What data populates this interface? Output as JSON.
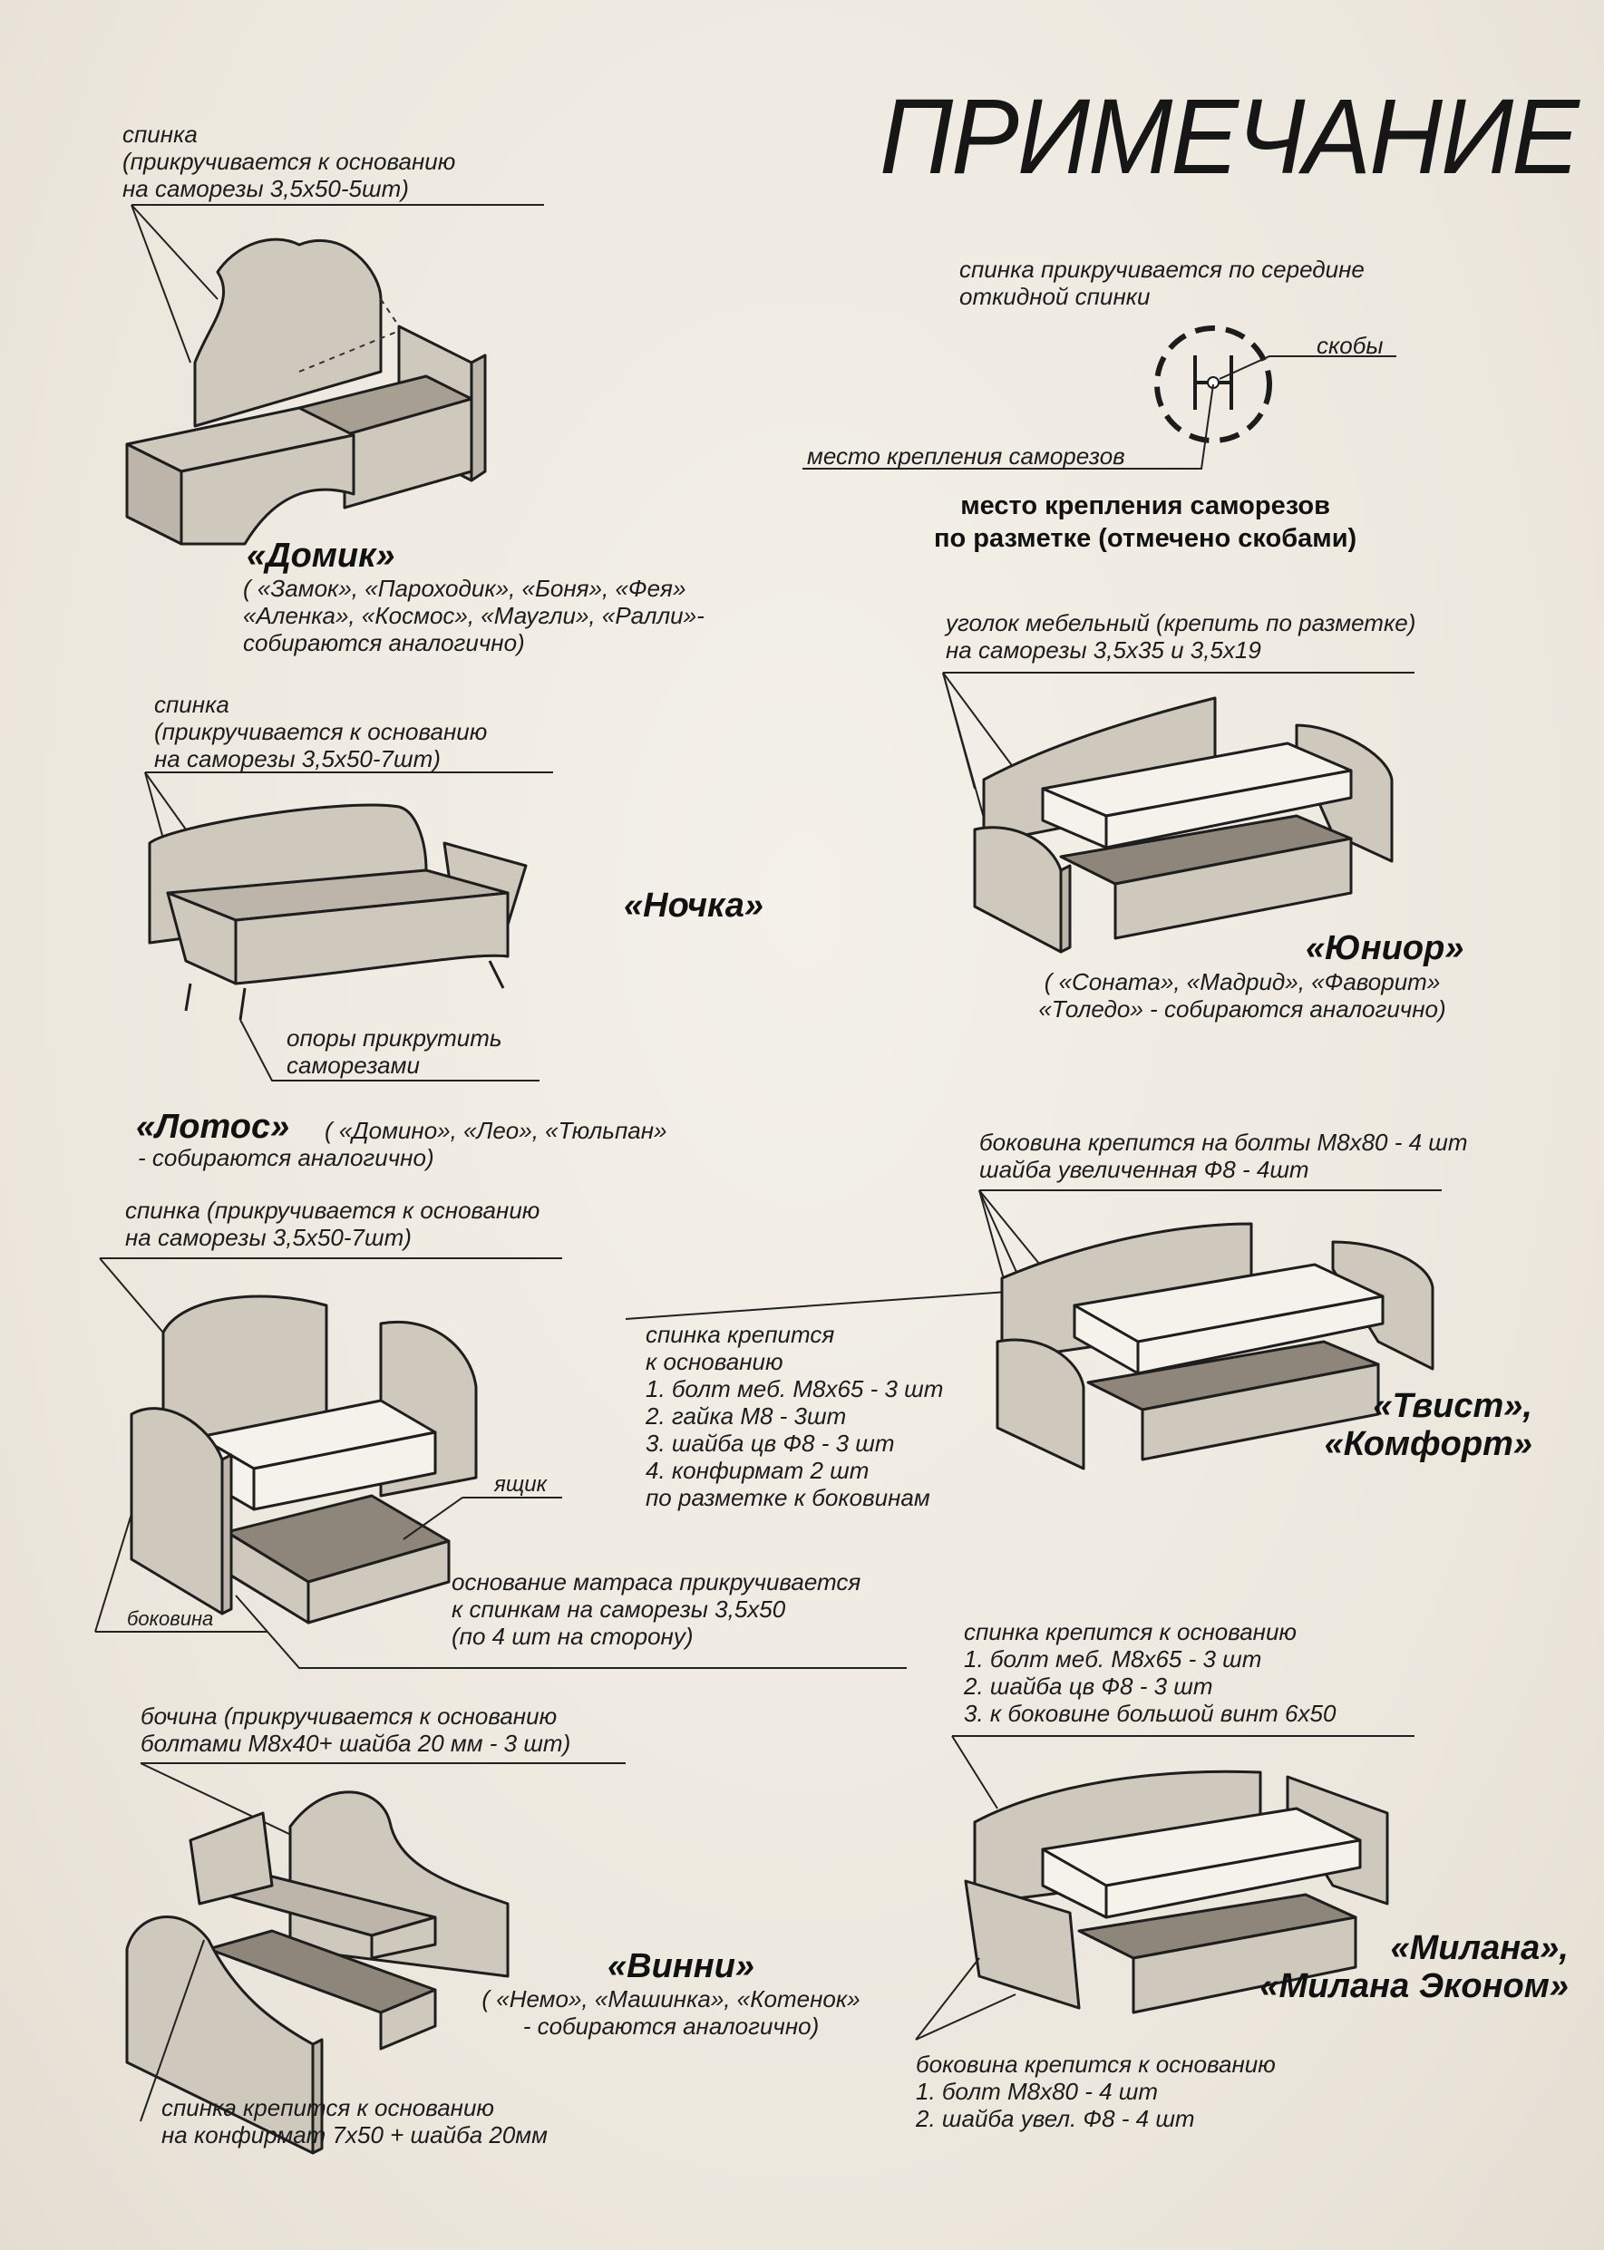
{
  "title": "ПРИМЕЧАНИЕ",
  "domik": {
    "back_note": [
      "спинка",
      "(прикручивается к основанию",
      "на саморезы 3,5х50-5шт)"
    ],
    "model": "«Домик»",
    "analogs": [
      "( «Замок», «Пароходик», «Боня», «Фея»",
      "«Аленка», «Космос», «Маугли», «Ралли»-",
      "собираются аналогично)"
    ]
  },
  "fastening": {
    "back_note": [
      "спинка прикручивается по середине",
      "откидной спинки"
    ],
    "brackets_label": "скобы",
    "screws_label": "место крепления саморезов",
    "bold_note": [
      "место крепления саморезов",
      "по разметке (отмечено скобами)"
    ]
  },
  "junior": {
    "corner_note": [
      "уголок мебельный (крепить по разметке)",
      "на саморезы 3,5х35 и 3,5х19"
    ],
    "model": "«Юниор»",
    "analogs": [
      "( «Соната», «Мадрид», «Фаворит»",
      "«Толедо» - собираются аналогично)"
    ]
  },
  "nochka": {
    "back_note": [
      "спинка",
      "(прикручивается к основанию",
      "на саморезы 3,5х50-7шт)"
    ],
    "model": "«Ночка»",
    "legs_note": [
      "опоры прикрутить",
      "саморезами"
    ]
  },
  "lotos": {
    "model": "«Лотос»",
    "analogs_inline": "( «Домино», «Лео», «Тюльпан»",
    "analogs_line2": "- собираются аналогично)",
    "back_note": [
      "спинка (прикручивается к основанию",
      "на саморезы 3,5х50-7шт)"
    ],
    "drawer_label": "ящик",
    "side_label": "боковина",
    "mattress_note": [
      "основание матраса прикручивается",
      "к спинкам на саморезы 3,5х50",
      "(по 4 шт на сторону)"
    ]
  },
  "tvist": {
    "side_note": [
      "боковина крепится на болты М8х80 - 4 шт",
      "шайба увеличенная Ф8 - 4шт"
    ],
    "back_note": [
      "спинка крепится",
      "к основанию",
      "1. болт меб. М8х65 - 3 шт",
      "2. гайка М8 - 3шт",
      "3. шайба цв Ф8 - 3 шт",
      "4. конфирмат 2 шт",
      "по разметке к боковинам"
    ],
    "model": [
      "«Твист»,",
      "«Комфорт»"
    ]
  },
  "milana": {
    "back_note": [
      "спинка крепится к основанию",
      "1. болт меб. М8х65 - 3 шт",
      "2. шайба цв Ф8 - 3 шт",
      "3. к боковине большой винт 6х50"
    ],
    "model": [
      "«Милана»,",
      "«Милана Эконом»"
    ],
    "side_note": [
      "боковина крепится к основанию",
      "1. болт М8х80 - 4 шт",
      "2. шайба увел. Ф8 - 4 шт"
    ]
  },
  "vinni": {
    "side_note": [
      "бочина (прикручивается к основанию",
      "болтами М8х40+ шайба 20 мм - 3 шт)"
    ],
    "model": "«Винни»",
    "analogs": [
      "( «Немо», «Машинка», «Котенок»",
      "- собираются аналогично)"
    ],
    "back_note": [
      "спинка крепится к основанию",
      "на конфирмат 7х50 + шайба 20мм"
    ]
  }
}
